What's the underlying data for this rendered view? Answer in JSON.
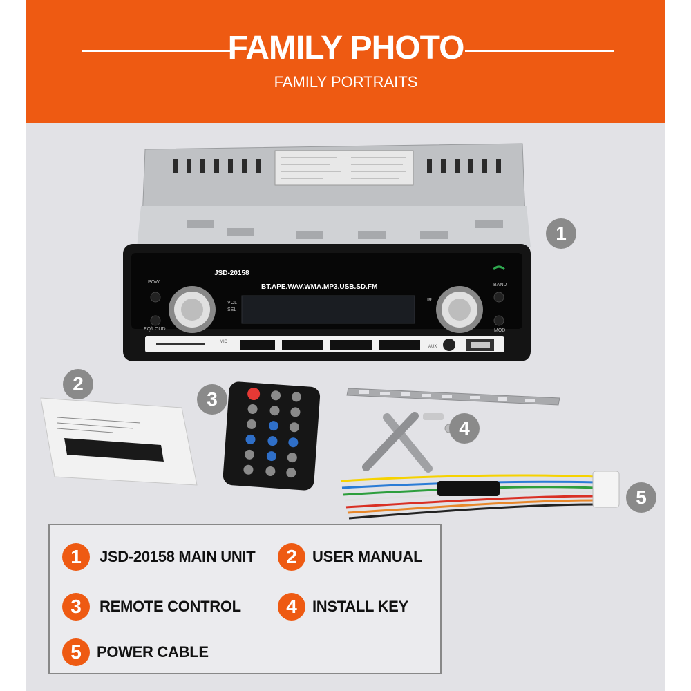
{
  "header": {
    "title": "FAMILY PHOTO",
    "subtitle": "FAMILY PORTRAITS",
    "bg_color": "#ee5a12"
  },
  "stereo": {
    "model": "JSD-20158",
    "formats": "BT.APE.WAV.WMA.MP3.USB.SD.FM",
    "buttons": {
      "pow": "POW",
      "eq": "EQ/LOUD",
      "band": "BAND",
      "mod": "MOD",
      "ir": "IR",
      "vol": "VOL",
      "sel": "SEL",
      "aux": "AUX",
      "mic": "MIC"
    }
  },
  "badges": [
    "1",
    "2",
    "3",
    "4",
    "5"
  ],
  "legend": [
    {
      "num": "1",
      "label": "JSD-20158 MAIN UNIT"
    },
    {
      "num": "2",
      "label": "USER MANUAL"
    },
    {
      "num": "3",
      "label": "REMOTE CONTROL"
    },
    {
      "num": "4",
      "label": "INSTALL KEY"
    },
    {
      "num": "5",
      "label": "POWER CABLE"
    }
  ],
  "colors": {
    "accent": "#ee5a12",
    "badge": "#8a8a8a",
    "background": "#e2e2e6"
  }
}
